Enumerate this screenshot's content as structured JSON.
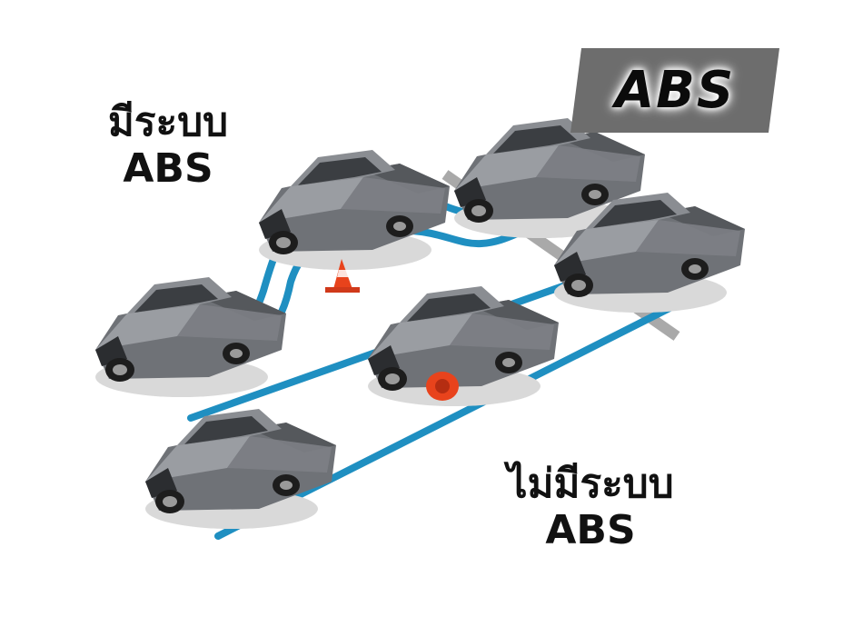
{
  "labels": {
    "with_abs_line1": "มีระบบ",
    "with_abs_line2": "ABS",
    "without_abs_line1": "ไม่มีระบบ",
    "without_abs_line2": "ABS"
  },
  "badge": {
    "text": "ABS"
  },
  "colors": {
    "track": "#1f8fc1",
    "truck_body": "#7a7d82",
    "cone": "#e8431c",
    "stop_line": "#a9a9a9",
    "badge_bg": "#6d6d6d"
  }
}
